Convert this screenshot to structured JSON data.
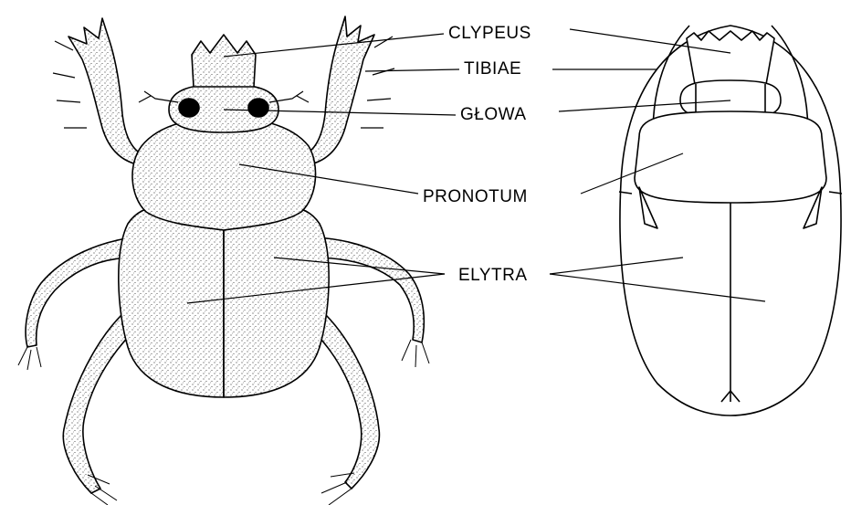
{
  "labels": {
    "clypeus": "CLYPEUS",
    "tibiae": "TIBIAE",
    "glowa": "GŁOWA",
    "pronotum": "PRONOTUM",
    "elytra": "ELYTRA"
  },
  "colors": {
    "ink": "#000000",
    "paper": "#ffffff"
  }
}
